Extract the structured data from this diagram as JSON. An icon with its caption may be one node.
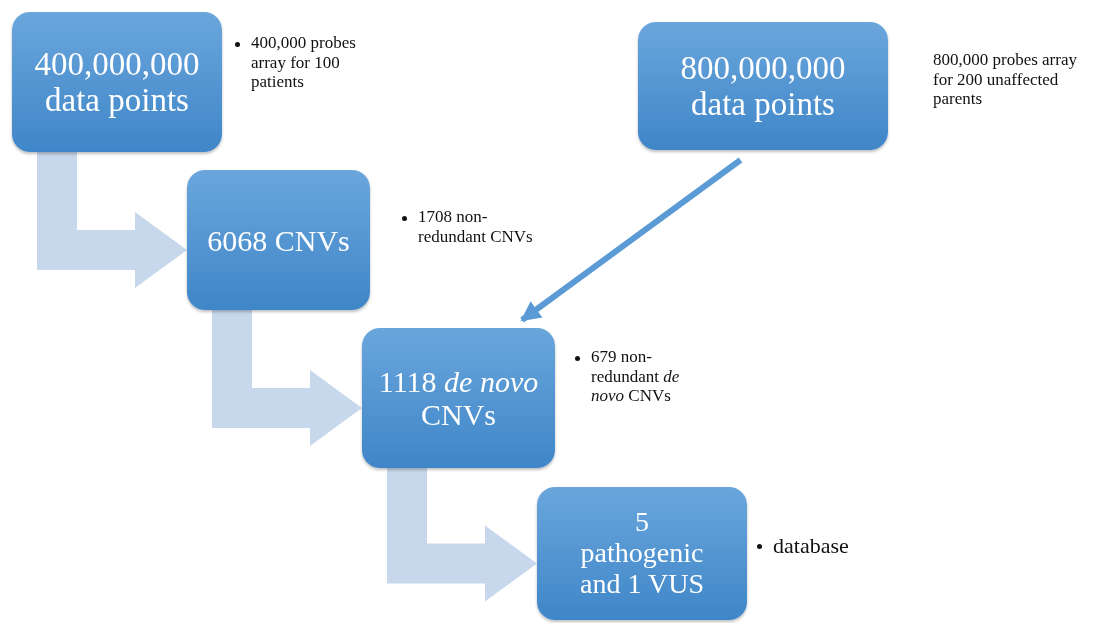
{
  "diagram": {
    "nodes": [
      {
        "text": [
          "400,000,000 data points"
        ],
        "beside": [
          "400,000 probes array for 100 patients"
        ]
      },
      {
        "text": [
          "800,000,000 data points"
        ],
        "beside": [
          "800,000 probes array for 200 unaffected parents"
        ]
      },
      {
        "text": [
          "6068 CNVs"
        ],
        "beside": [
          "1708 non-redundant CNVs"
        ]
      },
      {
        "text": [
          "1118 *de novo* CNVs"
        ],
        "beside": [
          "679 non-redundant *de novo* CNVs"
        ]
      },
      {
        "text": [
          "5 pathogenic and 1 VUS"
        ],
        "beside": [
          "database"
        ]
      }
    ],
    "edges": [
      {
        "from": 0,
        "to": 2,
        "arrow": "to"
      },
      {
        "from": 2,
        "to": 3,
        "arrow": "to"
      },
      {
        "from": 3,
        "to": 4,
        "arrow": "to"
      },
      {
        "from": 1,
        "to": 3,
        "arrow": "to",
        "color": "#5b9bd5"
      }
    ]
  }
}
